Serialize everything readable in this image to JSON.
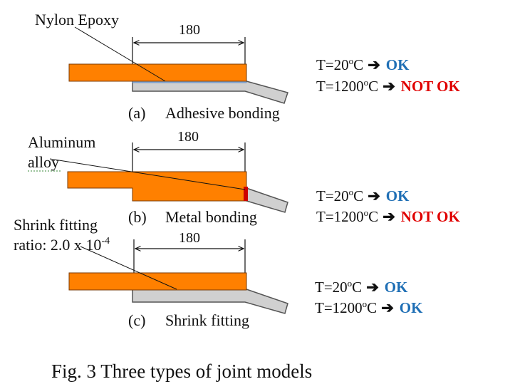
{
  "colors": {
    "member": "#ff8000",
    "member_stroke": "#7a3a00",
    "insert": "#d0d0d0",
    "insert_stroke": "#555555",
    "adhesive": "#8fb8e8",
    "ok": "#1f6fb5",
    "not_ok": "#e00000"
  },
  "panels": [
    {
      "caption_letter": "(a)",
      "caption": "Adhesive bonding",
      "dimension": "180",
      "material_label_lines": [
        "Nylon Epoxy"
      ],
      "material_label_superscript": "",
      "results": [
        {
          "temp": "T=20",
          "unit_sup": "o",
          "unit": "C",
          "status": "OK",
          "status_color": "#1f6fb5"
        },
        {
          "temp": "T=1200",
          "unit_sup": "o",
          "unit": "C",
          "status": "NOT OK",
          "status_color": "#e00000"
        }
      ]
    },
    {
      "caption_letter": "(b)",
      "caption": "Metal bonding",
      "dimension": "180",
      "material_label_lines": [
        "Aluminum",
        "alloy"
      ],
      "material_label_superscript": "",
      "results": [
        {
          "temp": "T=20",
          "unit_sup": "o",
          "unit": "C",
          "status": "OK",
          "status_color": "#1f6fb5"
        },
        {
          "temp": "T=1200",
          "unit_sup": "o",
          "unit": "C",
          "status": "NOT OK",
          "status_color": "#e00000"
        }
      ]
    },
    {
      "caption_letter": "(c)",
      "caption": "Shrink fitting",
      "dimension": "180",
      "material_label_lines": [
        "Shrink fitting",
        "ratio: 2.0 x 10"
      ],
      "material_label_superscript": "-4",
      "results": [
        {
          "temp": "T=20",
          "unit_sup": "o",
          "unit": "C",
          "status": "OK",
          "status_color": "#1f6fb5"
        },
        {
          "temp": "T=1200",
          "unit_sup": "o",
          "unit": "C",
          "status": "OK",
          "status_color": "#1f6fb5"
        }
      ]
    }
  ],
  "arrow_glyph": "➔",
  "figure_caption": "Fig. 3 Three types of joint models"
}
